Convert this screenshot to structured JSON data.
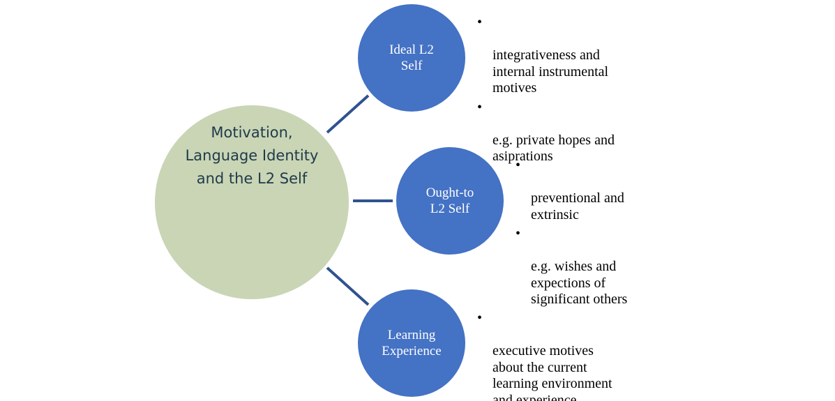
{
  "colors": {
    "main_circle": "#c9d5b5",
    "sub_circle": "#4472c4",
    "connector": "#2f528f",
    "main_text": "#1f3a4a"
  },
  "diagram": {
    "center": {
      "label": "Motivation,\nLanguage Identity\nand the L2 Self"
    },
    "nodes": [
      {
        "label": "Ideal L2\nSelf",
        "bullets": [
          "integrativeness and\ninternal instrumental\nmotives",
          "e.g. private hopes and\nasiprations"
        ]
      },
      {
        "label": "Ought-to\nL2 Self",
        "bullets": [
          "preventional and\nextrinsic",
          "e.g. wishes and\nexpections of\nsignificant others"
        ]
      },
      {
        "label": "Learning\nExperience",
        "bullets": [
          "executive motives\nabout the current\nlearning environment\nand experience"
        ]
      }
    ]
  }
}
